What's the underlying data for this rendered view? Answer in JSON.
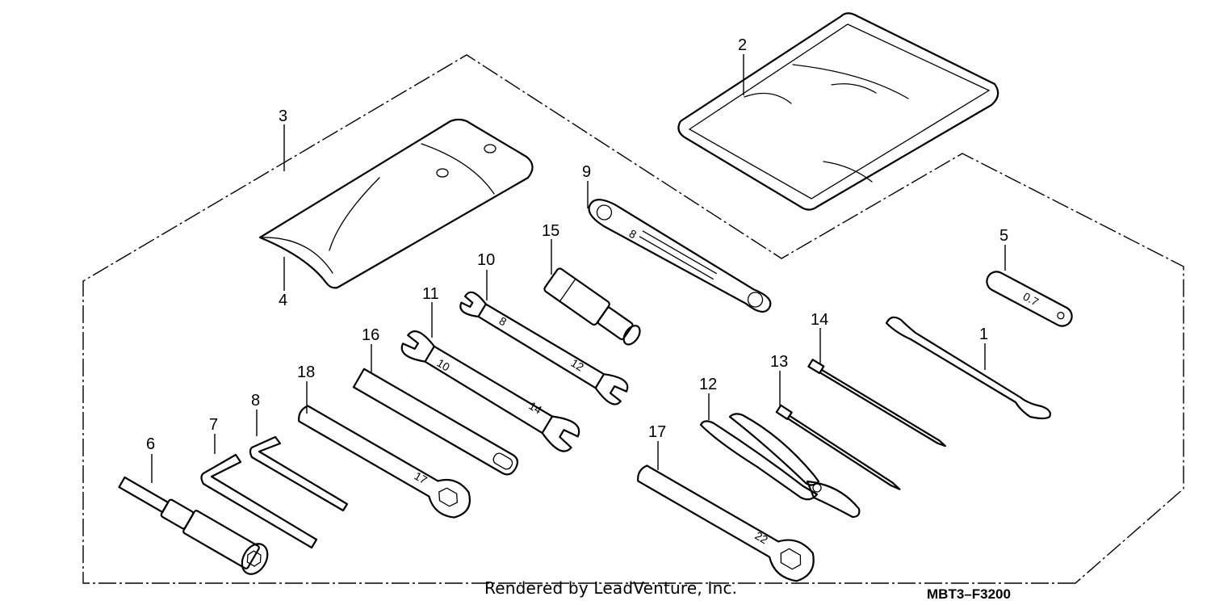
{
  "diagram": {
    "callouts": [
      "1",
      "2",
      "3",
      "4",
      "5",
      "6",
      "7",
      "8",
      "9",
      "10",
      "11",
      "12",
      "13",
      "14",
      "15",
      "16",
      "17",
      "18"
    ],
    "stamps": {
      "wrench_9": "8",
      "spanner_10_small": "8",
      "spanner_10_large": "12",
      "spanner_11_small": "10",
      "spanner_11_large": "14",
      "box_18": "17",
      "box_17": "22",
      "plate_5": "0.7"
    },
    "footer_text": "Rendered by LeadVenture, Inc.",
    "diagram_code": "MBT3–F3200"
  },
  "colors": {
    "ink": "#000000",
    "paper": "#ffffff"
  }
}
